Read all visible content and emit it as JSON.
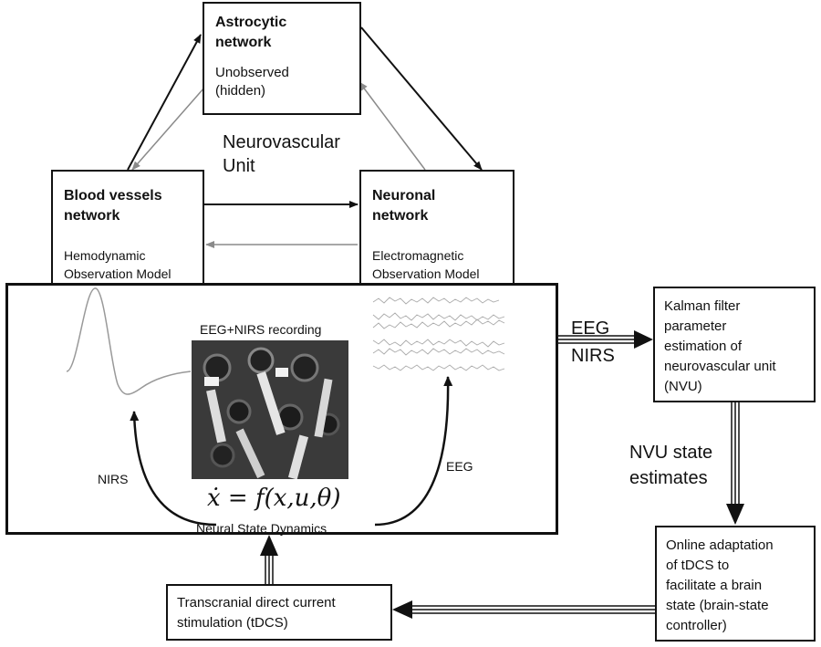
{
  "astrocytic": {
    "title_line1": "Astrocytic",
    "title_line2": "network",
    "sub_line1": "Unobserved",
    "sub_line2": "(hidden)"
  },
  "center_label": {
    "line1": "Neurovascular",
    "line2": "Unit"
  },
  "blood": {
    "title_line1": "Blood vessels",
    "title_line2": "network",
    "sub_line1": "Hemodynamic",
    "sub_line2": "Observation Model"
  },
  "neuronal": {
    "title_line1": "Neuronal",
    "title_line2": "network",
    "sub_line1": "Electromagnetic",
    "sub_line2": "Observation Model"
  },
  "recording": {
    "label": "EEG+NIRS recording",
    "nirs_label": "NIRS",
    "eeg_label": "EEG",
    "formula": "ẋ = f(x,u,θ)",
    "dynamics_label": "Neural State Dynamics"
  },
  "signals_arrow": {
    "line1": "EEG",
    "line2": "NIRS"
  },
  "kalman": {
    "line1": "Kalman filter",
    "line2": "parameter",
    "line3": "estimation of",
    "line4": "neurovascular unit",
    "line5": "(NVU)"
  },
  "nvu_state": {
    "line1": "NVU state",
    "line2": "estimates"
  },
  "online": {
    "line1": "Online adaptation",
    "line2": "of tDCS to",
    "line3": "facilitate a brain",
    "line4": "state (brain-state",
    "line5": "controller)"
  },
  "tdcs": {
    "line1": "Transcranial direct current",
    "line2": "stimulation (tDCS)"
  },
  "colors": {
    "black": "#111111",
    "gray": "#8a8a8a"
  }
}
